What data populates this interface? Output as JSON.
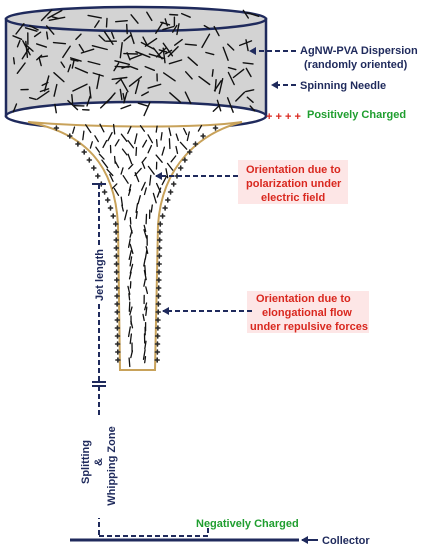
{
  "labels": {
    "dispersion_line1": "AgNW-PVA Dispersion",
    "dispersion_line2": "(randomly oriented)",
    "needle": "Spinning Needle",
    "plus_signs": "+ + + +",
    "positive": "Positively Charged",
    "polarization_line1": "Orientation due to",
    "polarization_line2": "polarization under",
    "polarization_line3": "electric field",
    "flow_line1": "Orientation due to",
    "flow_line2": "elongational flow",
    "flow_line3": "under repulsive forces",
    "jet_length": "Jet length",
    "splitting": "Splitting",
    "ampersand": "&",
    "whipping": "Whipping Zone",
    "negative": "Negatively Charged",
    "collector": "Collector"
  },
  "colors": {
    "navy": "#1f2a5c",
    "gray_fill": "#d3d3d3",
    "green": "#1f9e2f",
    "red": "#d9281f",
    "pink_box": "#fde6e6",
    "jet_outline": "#c8a25a",
    "charge_marks": "#2a2a2a",
    "nanowire": "#111111"
  }
}
